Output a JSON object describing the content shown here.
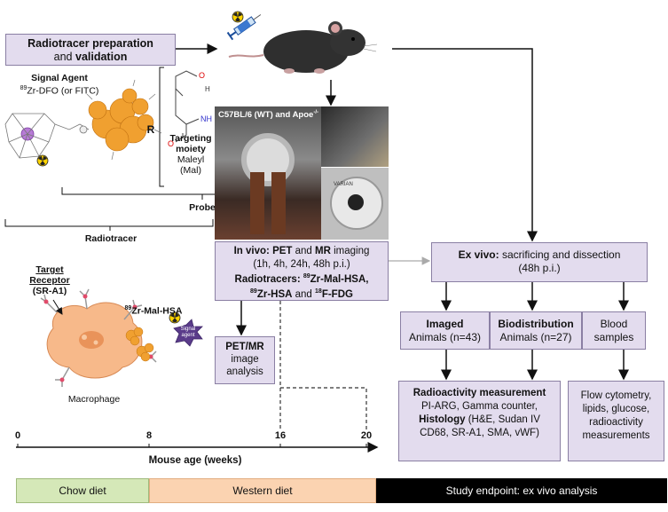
{
  "prep": {
    "line1": "Radiotracer preparation",
    "and": "and",
    "validation": "validation"
  },
  "signal": {
    "title": "Signal Agent",
    "sup": "89",
    "rest": "Zr-DFO (or FITC)"
  },
  "targeting": {
    "l1": "Targeting",
    "l2": "moiety",
    "l3": "Maleyl",
    "l4": "(Mal)",
    "r": "R"
  },
  "probe": "Probe",
  "radiotracer": "Radiotracer",
  "receptor": {
    "l1": "Target",
    "l2": "Receptor",
    "l3": "(SR-A1)"
  },
  "tracer_label": {
    "sup": "89",
    "rest": "Zr-Mal-HSA"
  },
  "signal_small": {
    "l1": "Signal",
    "l2": "agent"
  },
  "macrophage": "Macrophage",
  "photo": {
    "mouse_strain": "C57BL/6 (WT) and Apoe",
    "sup": "-/-",
    "varian": "VARIAN"
  },
  "invivo": {
    "in_vivo": "In vivo:",
    "pet": "PET",
    "and": "and",
    "mr": "MR",
    "imaging": "imaging",
    "times": "(1h, 4h, 24h, 48h p.i.)",
    "radiotracers": "Radiotracers:",
    "t1sup": "89",
    "t1": "Zr-Mal-HSA,",
    "t2sup": "89",
    "t2": "Zr-HSA",
    "and2": "and",
    "t3sup": "18",
    "t3": "F-FDG"
  },
  "petmr": {
    "l1": "PET/MR",
    "l2": "image",
    "l3": "analysis"
  },
  "exvivo": {
    "bold": "Ex vivo:",
    "rest": "sacrificing and dissection",
    "l2": "(48h p.i.)"
  },
  "imaged": {
    "bold": "Imaged",
    "l2": "Animals (n=43)"
  },
  "biodist": {
    "bold": "Biodistribution",
    "l2": "Animals (n=27)"
  },
  "blood": {
    "l1": "Blood",
    "l2": "samples"
  },
  "radioact": {
    "bold": "Radioactivity measurement",
    "l2": "PI-ARG, Gamma counter,",
    "hist": "Histology",
    "l3rest": "(H&E, Sudan IV",
    "l4": "CD68, SR-A1, SMA, vWF)"
  },
  "flow": {
    "l1": "Flow cytometry,",
    "l2": "lipids, glucose,",
    "l3": "radioactivity",
    "l4": "measurements"
  },
  "timeline": {
    "ticks": [
      "0",
      "8",
      "16",
      "20"
    ],
    "axis": "Mouse age (weeks)"
  },
  "bars": {
    "chow": "Chow diet",
    "western": "Western diet",
    "endpoint": "Study endpoint: ex vivo analysis"
  },
  "colors": {
    "box": "#e3dcee",
    "chow": "#d5e8b8",
    "western": "#fbd3b1",
    "endpoint": "#000000",
    "protein": "#f0a030"
  }
}
